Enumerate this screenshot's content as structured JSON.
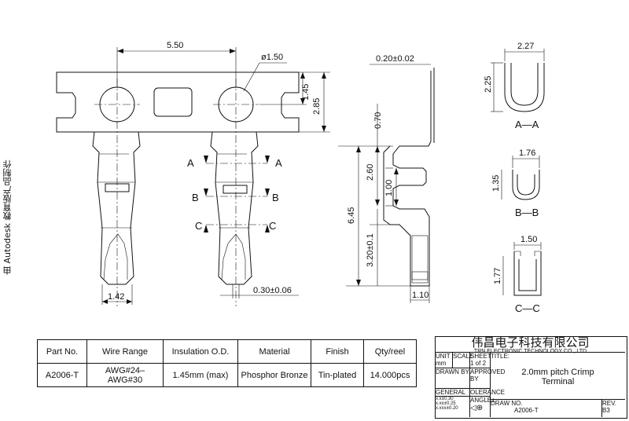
{
  "side_note": "由 Autodesk 教育版产品制作",
  "dimensions": {
    "pitch": "5.50",
    "hole_dia": "ø1.50",
    "hole_h": "1.45",
    "carrier_h": "2.85",
    "width_bottom": "1.42",
    "thickness": "0.30±0.06",
    "side_top": "0.20±0.02",
    "side_070": "0.70",
    "side_260": "2.60",
    "side_100": "1.00",
    "side_645": "6.45",
    "side_320": "3.20±0.1",
    "side_110": "1.10",
    "aa_w": "2.27",
    "aa_h": "2.25",
    "bb_w": "1.76",
    "bb_h": "1.35",
    "cc_w": "1.50",
    "cc_h": "1.77"
  },
  "section_marks": {
    "a": "A",
    "b": "B",
    "c": "C"
  },
  "sections": {
    "aa": "A—A",
    "bb": "B—B",
    "cc": "C—C"
  },
  "spec_table": {
    "headers": [
      "Part No.",
      "Wire Range",
      "Insulation O.D.",
      "Material",
      "Finish",
      "Qty/reel"
    ],
    "row": [
      "A2006-T",
      "AWG#24–AWG#30",
      "1.45mm (max)",
      "Phosphor Bronze",
      "Tin-plated",
      "14.000pcs"
    ]
  },
  "title_block": {
    "company_cn": "伟昌电子科技有限公司",
    "company_en": "TRN ELECTRONIC TECHNOLOGY CO., LTD",
    "unit_label": "UNIT",
    "unit_value": "mm",
    "scale_label": "SCALE",
    "sheet_label": "SHEET",
    "sheet_value": "1 of 2",
    "title_label": "TITLE:",
    "title": "2.0mm pitch Crimp Terminal",
    "drawn_by": "DRAWN BY",
    "approved_by": "APPROVED BY",
    "general": "GENERAL",
    "tolerance": "OLERANCE",
    "tol_1": "x.x±0.30",
    "tol_2": "x.xx±0.25",
    "tol_3": "x.xxx±0.20",
    "angle": "ANGLE±",
    "draw_no_label": "DRAW NO.",
    "draw_no": "A2006-T",
    "rev_label": "REV.",
    "rev": "B3"
  }
}
